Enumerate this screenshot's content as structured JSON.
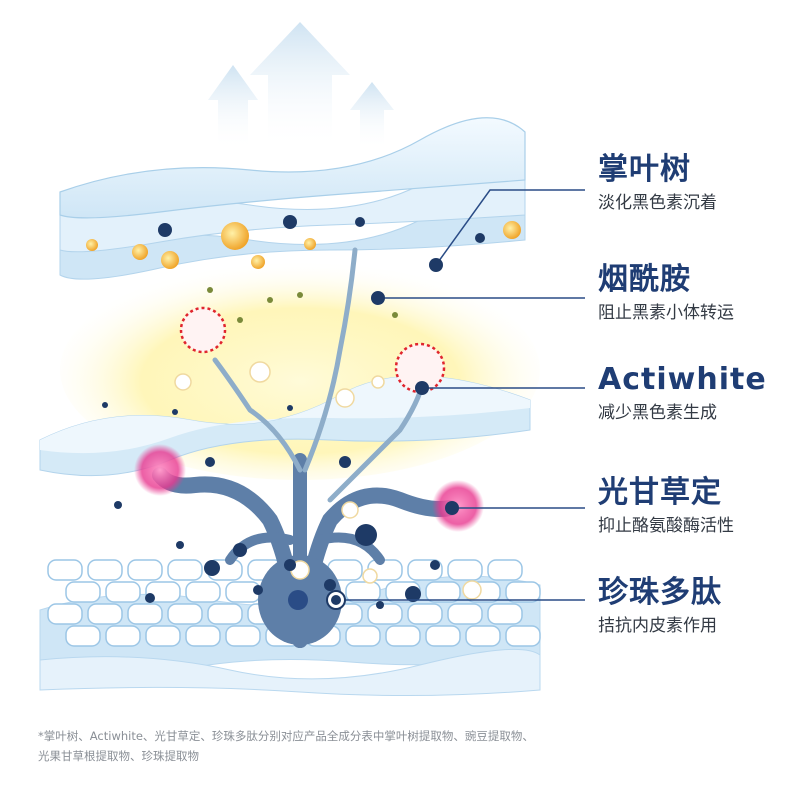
{
  "labels": [
    {
      "title": "掌叶树",
      "subtitle": "淡化黑色素沉着"
    },
    {
      "title": "烟酰胺",
      "subtitle": "阻止黑素小体转运"
    },
    {
      "title": "Actiwhite",
      "subtitle": "减少黑色素生成"
    },
    {
      "title": "光甘草定",
      "subtitle": "抑止酪氨酸酶活性"
    },
    {
      "title": "珍珠多肽",
      "subtitle": "拮抗内皮素作用"
    }
  ],
  "footnote": {
    "line1": "*掌叶树、Actiwhite、光甘草定、珍珠多肽分别对应产品全成分表中掌叶树提取物、豌豆提取物、",
    "line2": "光果甘草根提取物、珍珠提取物"
  },
  "colors": {
    "title": "#1f3d74",
    "leader_line": "#2a4c86",
    "melanocyte": "#5e7fa8",
    "melanin_dot": "#1e3a66",
    "skin_layer": "#cfe6f6",
    "glow": "#fff6b8",
    "pink": "#e8388f"
  }
}
